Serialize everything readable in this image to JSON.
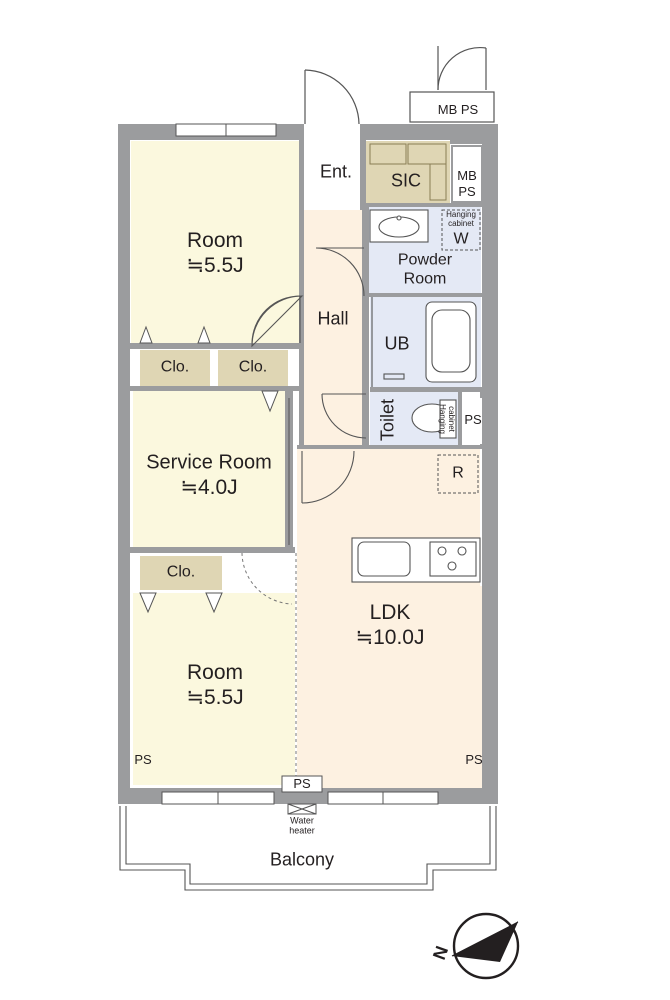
{
  "plan": {
    "room_nw": {
      "name": "Room",
      "area": "≒5.5J"
    },
    "service_room": {
      "name": "Service Room",
      "area": "≒4.0J"
    },
    "room_sw": {
      "name": "Room",
      "area": "≒5.5J"
    },
    "ldk": {
      "name": "LDK",
      "area": "≒10.0J"
    },
    "hall": "Hall",
    "entrance": "Ent.",
    "sic": "SIC",
    "mbps_inner": [
      "MB",
      "PS"
    ],
    "mbps_outer": "MB PS",
    "powder_room": [
      "Powder",
      "Room"
    ],
    "hanging_cabinet_powder": [
      "Hanging",
      "cabinet"
    ],
    "washer": "W",
    "unit_bath": "UB",
    "toilet": "Toilet",
    "hanging_cabinet_toilet": [
      "Hanging",
      "cabinet"
    ],
    "fridge": "R",
    "closets": [
      "Clo.",
      "Clo.",
      "Clo."
    ],
    "pipe_spaces": [
      "PS",
      "PS",
      "PS",
      "PS"
    ],
    "water_heater": [
      "Water",
      "heater"
    ],
    "balcony": "Balcony",
    "compass": "N"
  },
  "colors": {
    "wall": "#9b9c9e",
    "room_floor": "#fbf8de",
    "ldk_floor": "#fdf1e1",
    "wet_area": "#e4e9f5",
    "storage": "#dfd6b4"
  }
}
